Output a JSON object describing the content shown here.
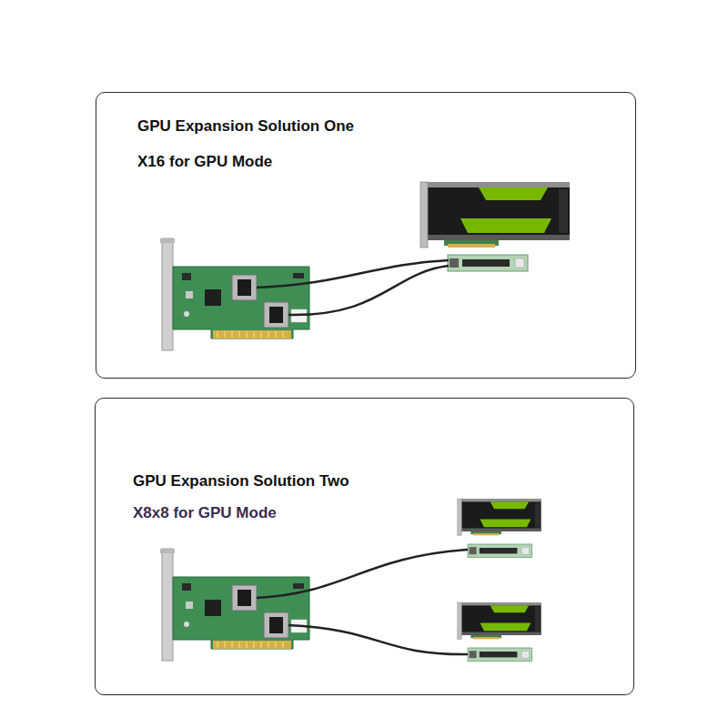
{
  "diagram": {
    "nodes": [
      {
        "text": [
          "GPU Expansion Solution One",
          "X16 for GPU Mode"
        ]
      },
      {
        "text": [
          "GPU Expansion Solution Two",
          "X8x8 for GPU Mode"
        ]
      }
    ]
  }
}
